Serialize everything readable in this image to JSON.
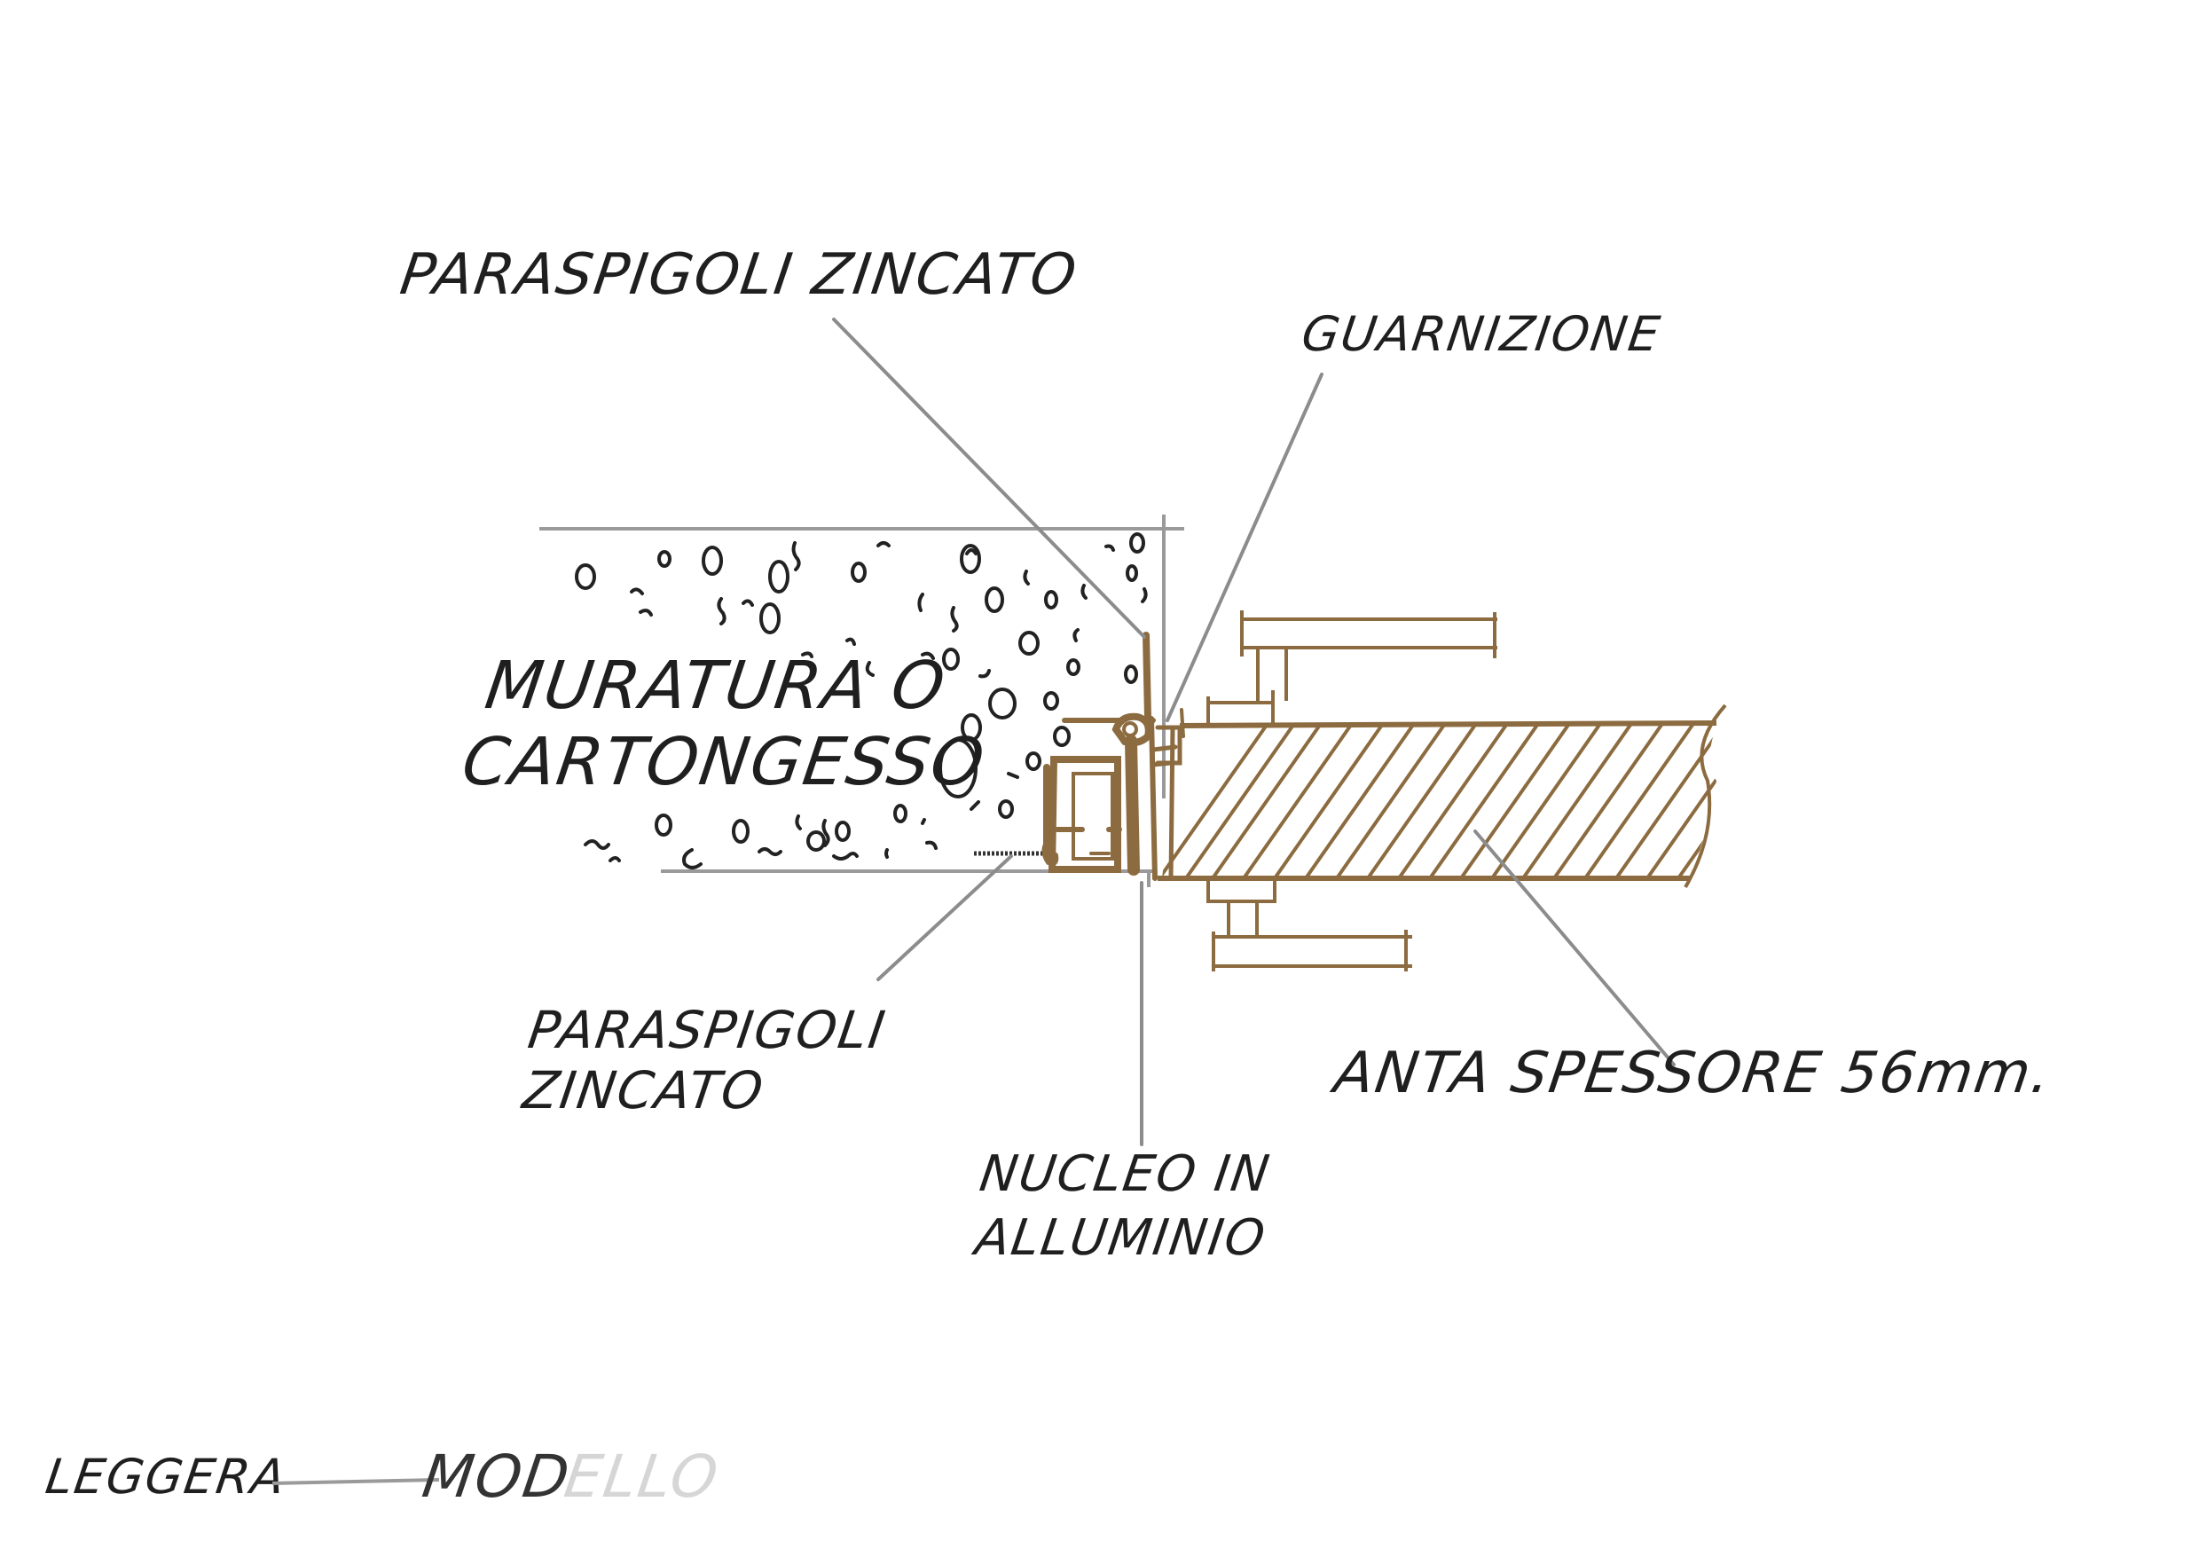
{
  "drawing": {
    "type": "construction-detail-section-sketch",
    "colors": {
      "ink": "#1f1f1f",
      "leader": "#8c8c8c",
      "wall_outline": "#9a9a9a",
      "bronze": "#8b6b3f",
      "background": "#ffffff"
    }
  },
  "labels": {
    "paraspigoli_top": "PARASPIGOLI ZINCATO",
    "guarnizione": "GUARNIZIONE",
    "wall_line1": "MURATURA O",
    "wall_line2": "CARTONGESSO",
    "paraspigoli_bottom_line1": "PARASPIGOLI",
    "paraspigoli_bottom_line2": "ZINCATO",
    "anta": "ANTA SPESSORE 56mm.",
    "nucleo_line1": "NUCLEO IN",
    "nucleo_line2": "ALLUMINIO"
  },
  "footer": {
    "model_prefix": "LEGGERA",
    "model_name_visible": "MOD",
    "model_name_faded": "ELLO"
  }
}
